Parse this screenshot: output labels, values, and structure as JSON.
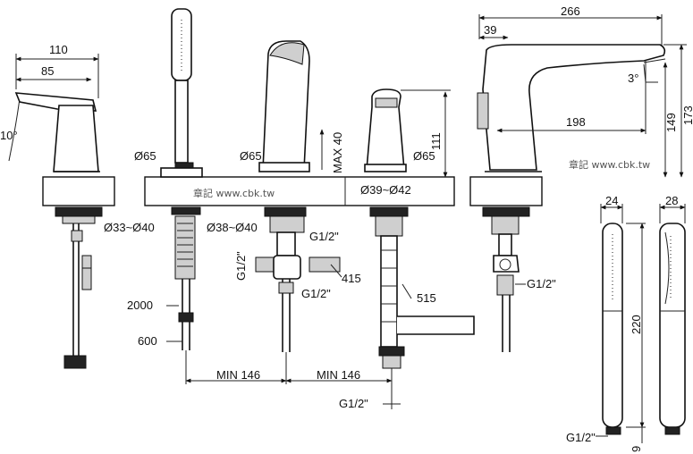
{
  "watermark": "章記 www.cbk.tw",
  "dimensions": {
    "d110": "110",
    "d85": "85",
    "deg10": "10°",
    "d65a": "Ø65",
    "d65b": "Ø65",
    "d65c": "Ø65",
    "max40": "MAX 40",
    "d111": "111",
    "d266": "266",
    "d39": "39",
    "deg3": "3°",
    "d198": "198",
    "d149": "149",
    "d173": "173",
    "ø33_40": "Ø33~Ø40",
    "ø38_40": "Ø38~Ø40",
    "ø39_42": "Ø39~Ø42",
    "g12_top": "G1/2\"",
    "g12_side": "G1/2\"",
    "g12_mid": "G1/2\"",
    "d415": "415",
    "d2000": "2000",
    "d600": "600",
    "d515": "515",
    "min146a": "MIN 146",
    "min146b": "MIN 146",
    "g12_bottom": "G1/2\"",
    "g12_right": "G1/2\"",
    "d24": "24",
    "d28": "28",
    "d220": "220",
    "g12_handshower": "G1/2\"",
    "d9": "9"
  }
}
